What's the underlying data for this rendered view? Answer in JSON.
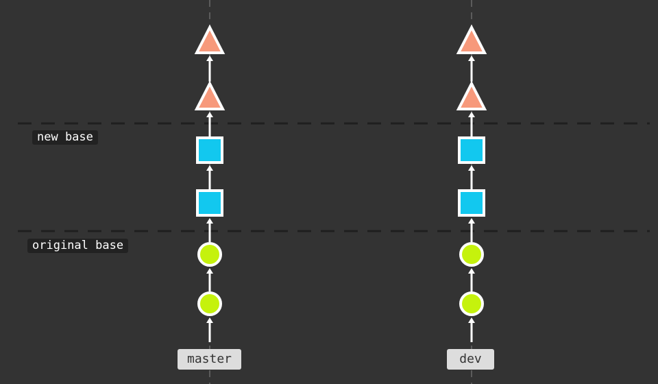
{
  "background": "#333333",
  "base_lines": [
    {
      "label": "new base"
    },
    {
      "label": "original base"
    }
  ],
  "branches": [
    {
      "name": "master"
    },
    {
      "name": "dev"
    }
  ],
  "commit_kinds": [
    {
      "shape": "circle",
      "icon": "circle-commit-icon",
      "color": "#c5f20d"
    },
    {
      "shape": "square",
      "icon": "square-commit-icon",
      "color": "#12c8ef"
    },
    {
      "shape": "triangle",
      "icon": "triangle-commit-icon",
      "color": "#f7997b"
    }
  ],
  "commit_order_bottom_to_top": [
    "circle",
    "circle",
    "square",
    "square",
    "triangle",
    "triangle"
  ],
  "colors": {
    "edge": "#ffffff",
    "axis": "#5c5c5c",
    "base_line": "#1f1f1f",
    "label_bg": "#222222",
    "label_text": "#ffffff",
    "branch_bg": "#dddddd",
    "branch_text": "#333333"
  }
}
